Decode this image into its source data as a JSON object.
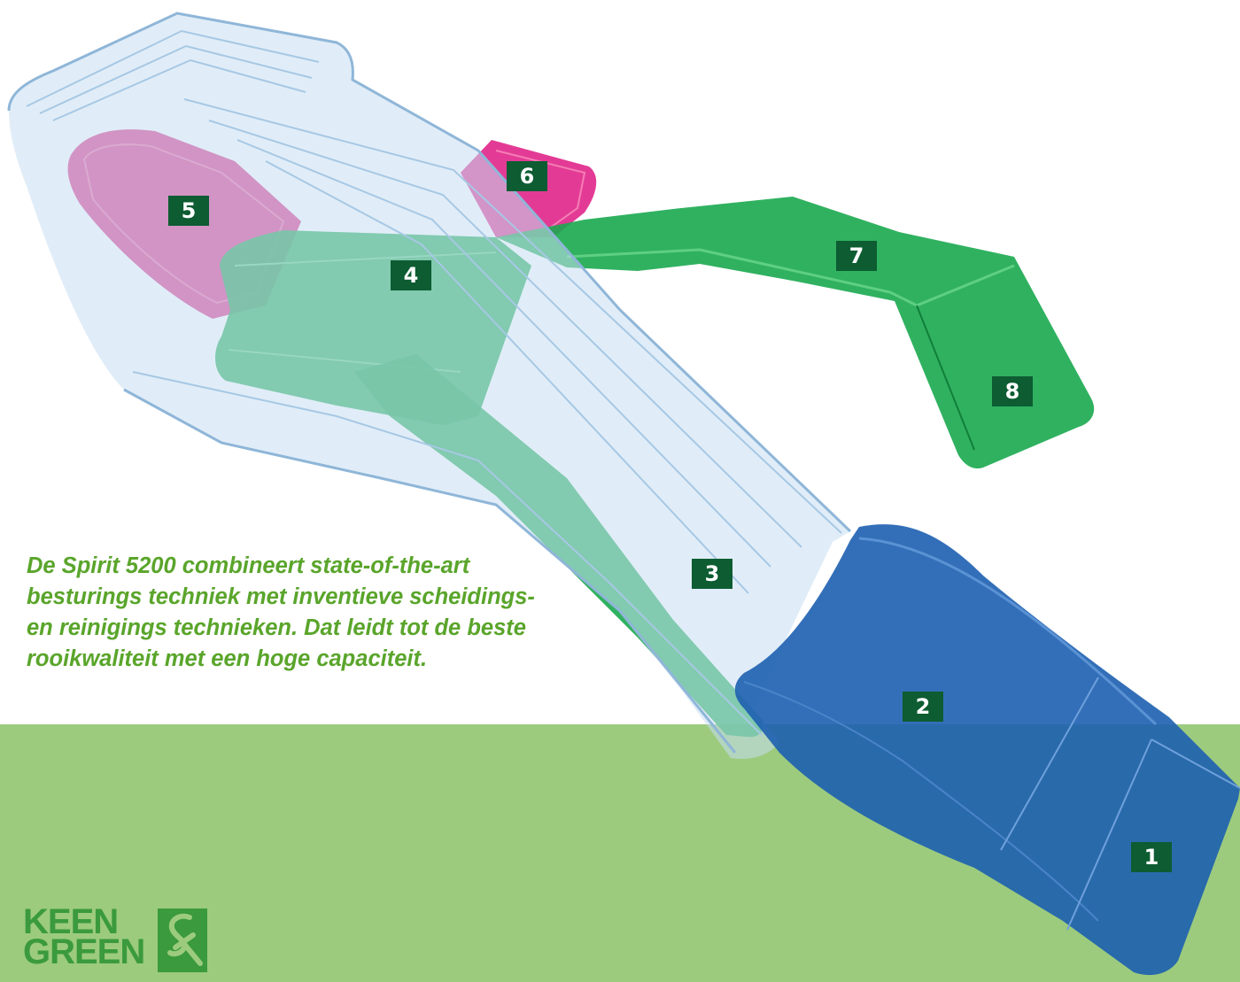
{
  "caption_lines": [
    "De Spirit 5200 combineert state-of-the-art",
    "besturings techniek met inventieve scheidings-",
    "en reinigings technieken. Dat leidt tot de beste",
    "rooikwaliteit met een hoge capaciteit."
  ],
  "labels": [
    "1",
    "2",
    "3",
    "4",
    "5",
    "6",
    "7",
    "8"
  ],
  "logo": {
    "line1": "KEEN",
    "line2": "GREEN"
  },
  "colors": {
    "background_band": "#9ccb7e",
    "label_bg": "#0d5c32",
    "caption_text": "#5aa52b",
    "belt_outline": "#8fb6d8",
    "belt_fill": "#c7dff2",
    "pink_part": "#d8197a",
    "green_part": "#16a54a",
    "blue_part": "#1d5fb0",
    "logo_green": "#3a9a3d"
  }
}
